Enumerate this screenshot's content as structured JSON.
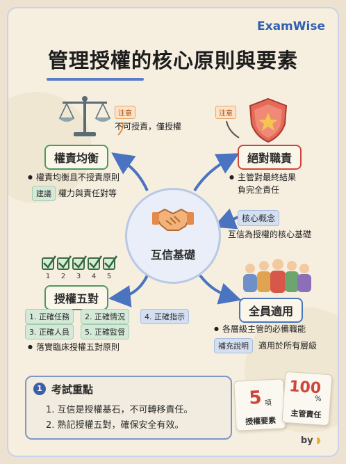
{
  "brand": "ExamWise",
  "title": "管理授權的核心原則與要素",
  "center": {
    "label": "互信基礎"
  },
  "top_left": {
    "note_tag": "注意",
    "note_text": "不可授責，僅授權",
    "label": "權責均衡",
    "bullet": "權責均衡且不授責原則",
    "sub_tag": "建議",
    "sub_text": "權力與責任對等"
  },
  "top_right": {
    "note_tag": "注意",
    "label": "絕對職責",
    "bullet_line1": "主管對最終結果",
    "bullet_line2": "負完全責任",
    "core_tag": "核心概念",
    "core_text": "互信為授權的核心基礎"
  },
  "bottom_left": {
    "tick_numbers": [
      "1",
      "2",
      "3",
      "4",
      "5"
    ],
    "label": "授權五對",
    "items": [
      "1. 正確任務",
      "2. 正確情況",
      "4. 正確指示",
      "3. 正確人員",
      "5. 正確監督"
    ],
    "bullet": "落實臨床授權五對原則"
  },
  "bottom_right": {
    "label": "全員適用",
    "bullet": "各層級主管的必備職能",
    "sub_tag": "補充說明",
    "sub_text": "適用於所有層級"
  },
  "exam": {
    "number": "1",
    "title": "考試重點",
    "lines": [
      "1. 互信是授權基石，不可轉移責任。",
      "2. 熟記授權五對，確保安全有效。"
    ]
  },
  "stat_cards": [
    {
      "value": "5",
      "unit": "項",
      "caption": "授權要素"
    },
    {
      "value": "100",
      "unit": "%",
      "caption": "主管責任"
    }
  ],
  "byline": "by",
  "colors": {
    "blue": "#4a73c0",
    "green": "#4c9a5e",
    "red": "#d0453a",
    "orange": "#e7a56a"
  },
  "icons": [
    "scale-icon",
    "shield-star-icon",
    "handshake-icon",
    "checkbox-icon",
    "people-group-icon",
    "banana-icon"
  ]
}
